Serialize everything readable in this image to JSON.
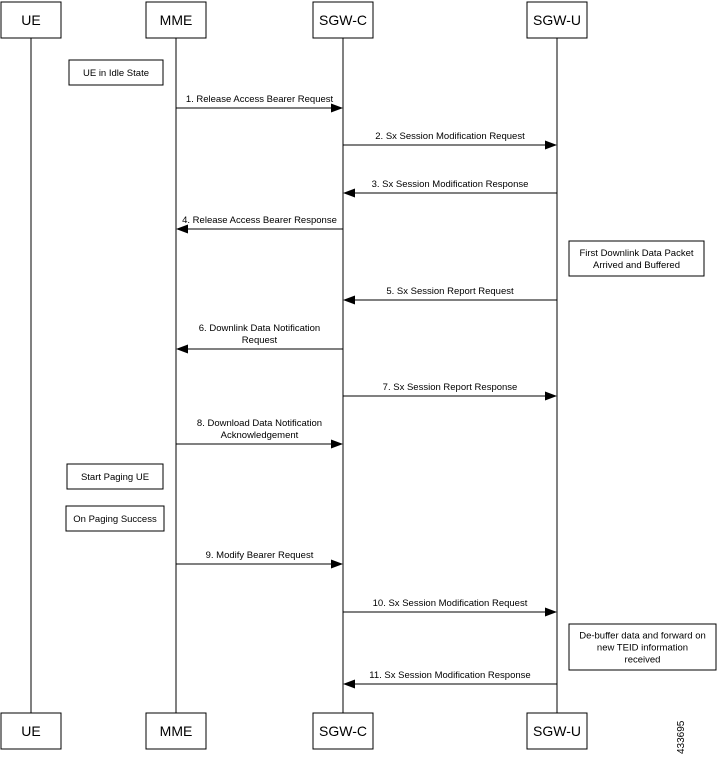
{
  "participants": [
    {
      "id": "ue",
      "label": "UE"
    },
    {
      "id": "mme",
      "label": "MME"
    },
    {
      "id": "sgwc",
      "label": "SGW-C"
    },
    {
      "id": "sgwu",
      "label": "SGW-U"
    }
  ],
  "messages": [
    {
      "from": "mme",
      "to": "sgwc",
      "lines": [
        "1. Release Access Bearer Request"
      ]
    },
    {
      "from": "sgwc",
      "to": "sgwu",
      "lines": [
        "2. Sx Session Modification Request"
      ]
    },
    {
      "from": "sgwu",
      "to": "sgwc",
      "lines": [
        "3. Sx Session Modification Response"
      ]
    },
    {
      "from": "sgwc",
      "to": "mme",
      "lines": [
        "4. Release Access Bearer Response"
      ]
    },
    {
      "from": "sgwu",
      "to": "sgwc",
      "lines": [
        "5. Sx Session Report Request"
      ]
    },
    {
      "from": "sgwc",
      "to": "mme",
      "lines": [
        "6. Downlink Data Notification",
        "Request"
      ]
    },
    {
      "from": "sgwc",
      "to": "sgwu",
      "lines": [
        "7. Sx Session Report Response"
      ]
    },
    {
      "from": "mme",
      "to": "sgwc",
      "lines": [
        "8. Download Data Notification",
        "Acknowledgement"
      ]
    },
    {
      "from": "mme",
      "to": "sgwc",
      "lines": [
        "9. Modify Bearer Request"
      ]
    },
    {
      "from": "sgwc",
      "to": "sgwu",
      "lines": [
        "10. Sx Session Modification Request"
      ]
    },
    {
      "from": "sgwu",
      "to": "sgwc",
      "lines": [
        "11. Sx Session Modification Response"
      ]
    }
  ],
  "notes": [
    {
      "lines": [
        "UE in Idle State"
      ]
    },
    {
      "lines": [
        "First Downlink Data Packet",
        "Arrived and Buffered"
      ]
    },
    {
      "lines": [
        "Start Paging UE"
      ]
    },
    {
      "lines": [
        "On Paging Success"
      ]
    },
    {
      "lines": [
        "De-buffer data and forward on",
        "new TEID information",
        "received"
      ]
    }
  ],
  "figure_id": "433695"
}
